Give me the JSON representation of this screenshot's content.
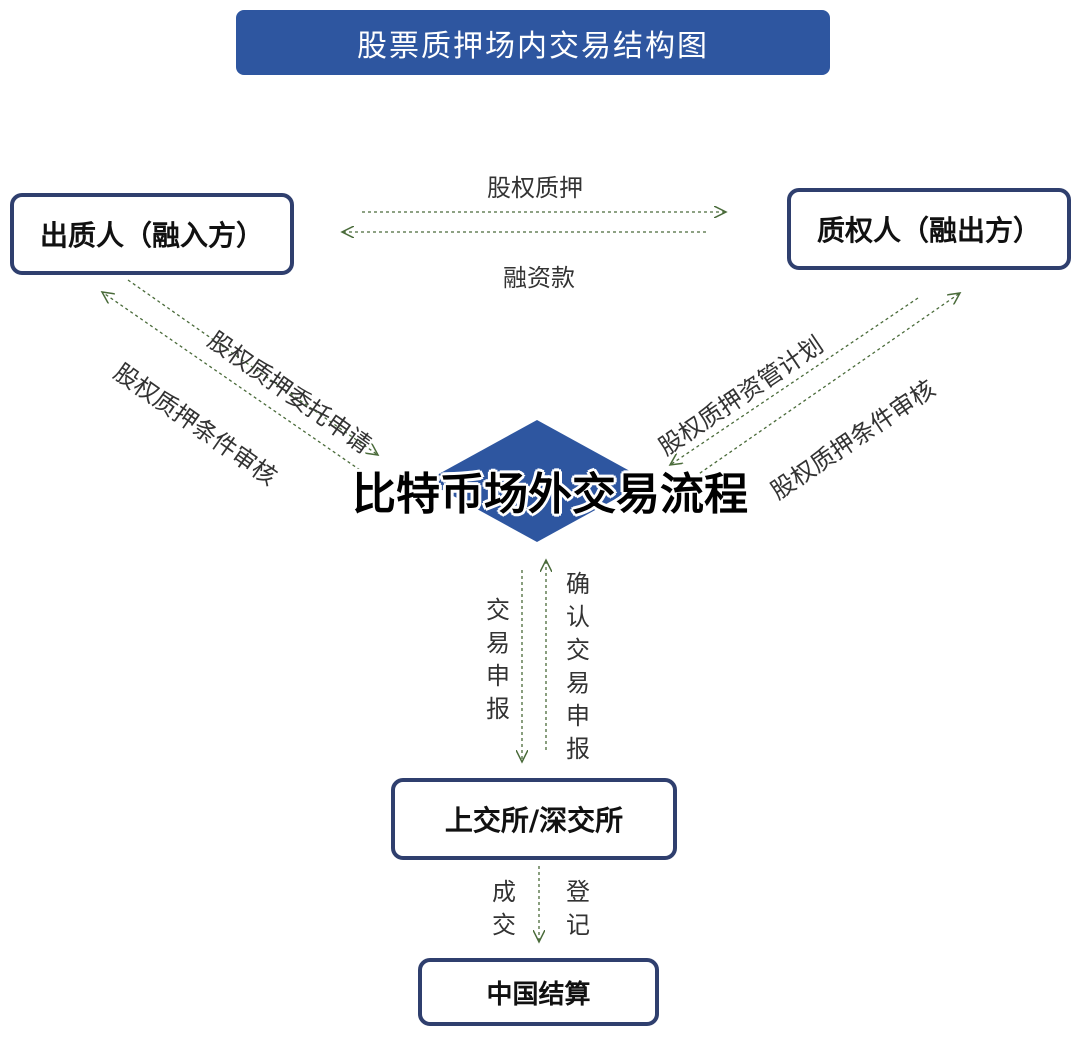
{
  "title": "股票质押场内交易结构图",
  "nodes": {
    "pledgor": "出质人（融入方）",
    "pledgee": "质权人（融出方）",
    "exchange": "上交所/深交所",
    "clearing": "中国结算"
  },
  "edges": {
    "equity_pledge": "股权质押",
    "financing": "融资款",
    "pledge_entrust_request": "股权质押委托申请",
    "pledge_condition_review_left": "股权质押条件审核",
    "pledge_asset_mgmt_plan": "股权质押资管计划",
    "pledge_condition_review_right": "股权质押条件审核",
    "trade_declaration": "交易申报",
    "confirm_trade_declaration": "确认交易申报",
    "deal": "成交",
    "register": "登记"
  },
  "overlay_text": "比特币场外交易流程",
  "colors": {
    "banner": "#2e56a0",
    "diamond": "#2e56a0",
    "box_border": "#2f3f6e",
    "arrow": "#4a6b3a"
  }
}
